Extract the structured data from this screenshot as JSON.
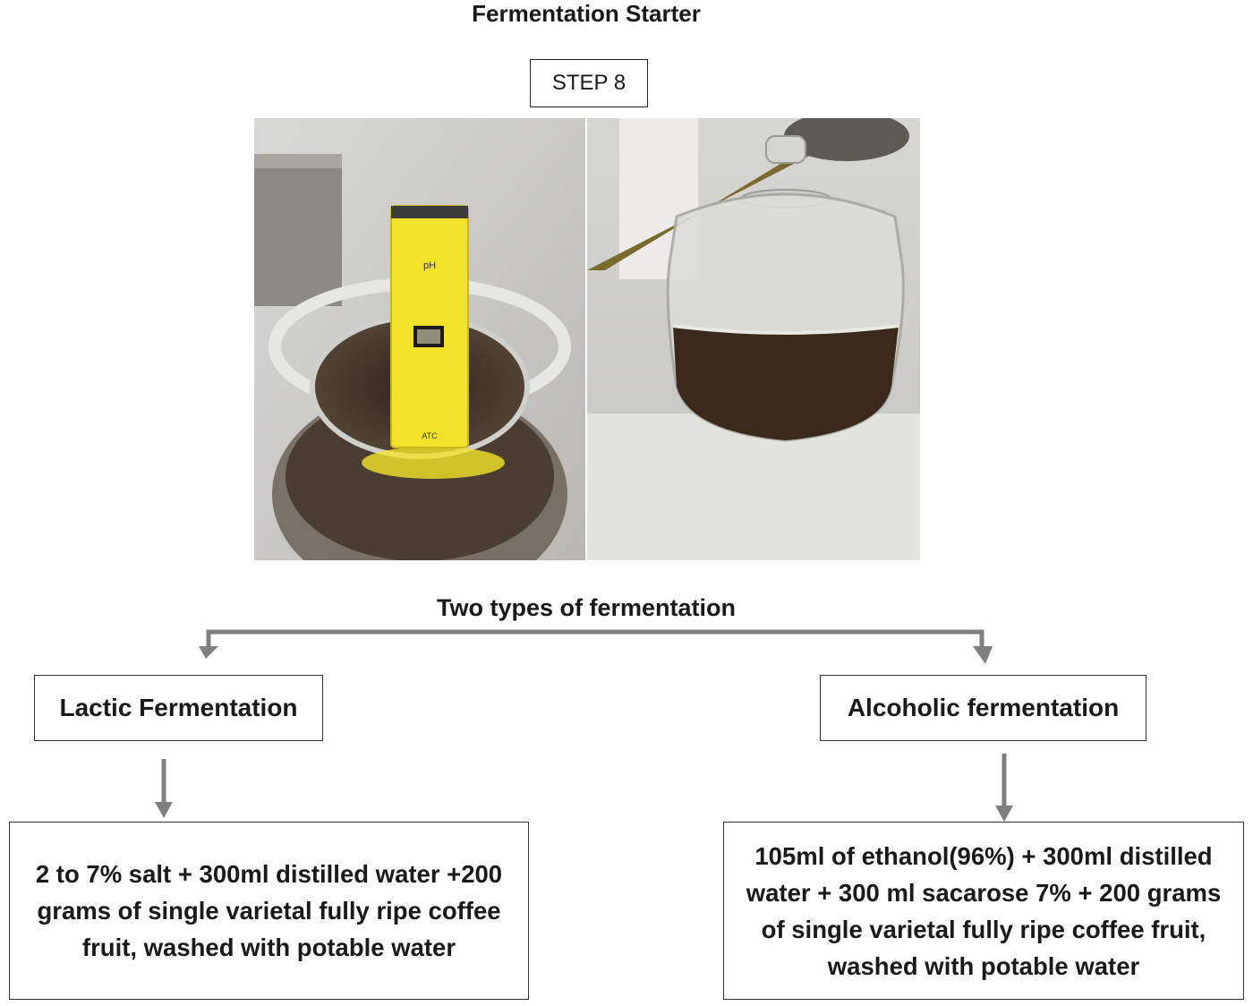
{
  "header": {
    "title": "Fermentation Starter",
    "step_label": "STEP 8"
  },
  "photos": [
    {
      "name": "ph-meter-photo",
      "ph_label": "pH",
      "atc_label": "ATC"
    },
    {
      "name": "glass-jar-photo"
    }
  ],
  "subtitle": "Two types of fermentation",
  "branches": [
    {
      "title": "Lactic Fermentation",
      "detail": "2 to 7% salt + 300ml distilled water +200 grams of single varietal fully ripe coffee fruit, washed with potable water"
    },
    {
      "title": "Alcoholic fermentation",
      "detail": "105ml of ethanol(96%) + 300ml distilled water + 300 ml sacarose 7% + 200 grams of single varietal fully ripe coffee fruit, washed with potable water"
    }
  ],
  "colors": {
    "arrow": "#7f7f7f",
    "meter_yellow": "#f2e22a",
    "liquid": "#3b2a1c"
  }
}
